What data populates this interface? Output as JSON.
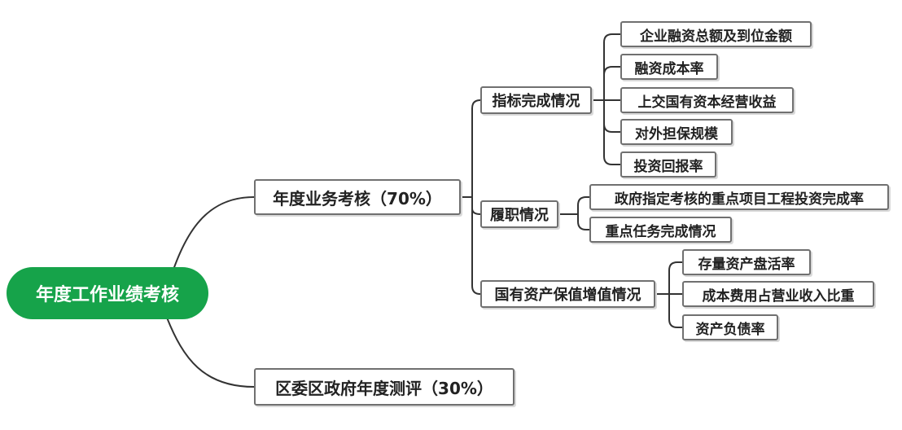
{
  "root": "年度工作业绩考核",
  "branches": [
    {
      "label": "年度业务考核（70%）",
      "children": [
        {
          "label": "指标完成情况",
          "children": [
            "企业融资总额及到位金额",
            "融资成本率",
            "上交国有资本经营收益",
            "对外担保规模",
            "投资回报率"
          ]
        },
        {
          "label": "履职情况",
          "children": [
            "政府指定考核的重点项目工程投资完成率",
            "重点任务完成情况"
          ]
        },
        {
          "label": "国有资产保值增值情况",
          "children": [
            "存量资产盘活率",
            "成本费用占营业收入比重",
            "资产负债率"
          ]
        }
      ]
    },
    {
      "label": "区委区政府年度测评（30%）"
    }
  ],
  "colors": {
    "root_fill": "#16a34a",
    "line": "#333333",
    "node_border": "#707070"
  }
}
